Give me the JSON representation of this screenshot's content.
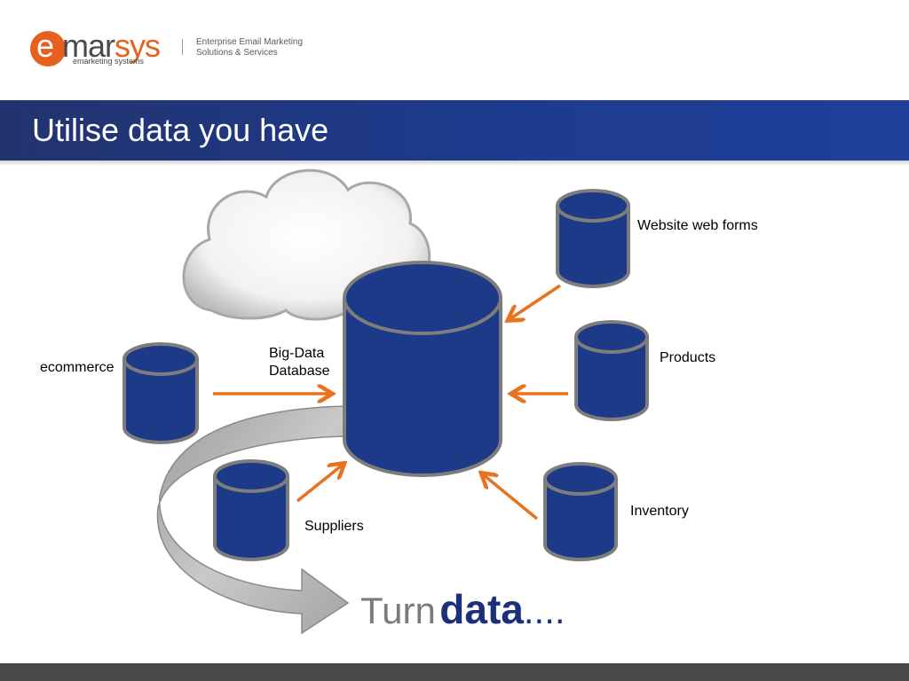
{
  "header": {
    "logo_letter": "e",
    "logo_mar": "mar",
    "logo_sys": "sys",
    "logo_subtitle": "emarketing systems",
    "tagline_line1": "Enterprise Email Marketing",
    "tagline_line2": "Solutions & Services"
  },
  "slide": {
    "title": "Utilise data you have"
  },
  "diagram": {
    "central": {
      "label_line1": "Big-Data",
      "label_line2": "Database"
    },
    "sources": [
      {
        "id": "website",
        "label": "Website web forms"
      },
      {
        "id": "products",
        "label": "Products"
      },
      {
        "id": "inventory",
        "label": "Inventory"
      },
      {
        "id": "ecommerce",
        "label": "ecommerce"
      },
      {
        "id": "suppliers",
        "label": "Suppliers"
      }
    ],
    "colors": {
      "cylinder_fill": "#1c3a87",
      "cylinder_stroke": "#7d7d7d",
      "arrow": "#e8731e",
      "curved_arrow": "#b9b9b9"
    }
  },
  "tagline_bottom": {
    "word1": "Turn",
    "word2": "data",
    "dots": "...."
  }
}
